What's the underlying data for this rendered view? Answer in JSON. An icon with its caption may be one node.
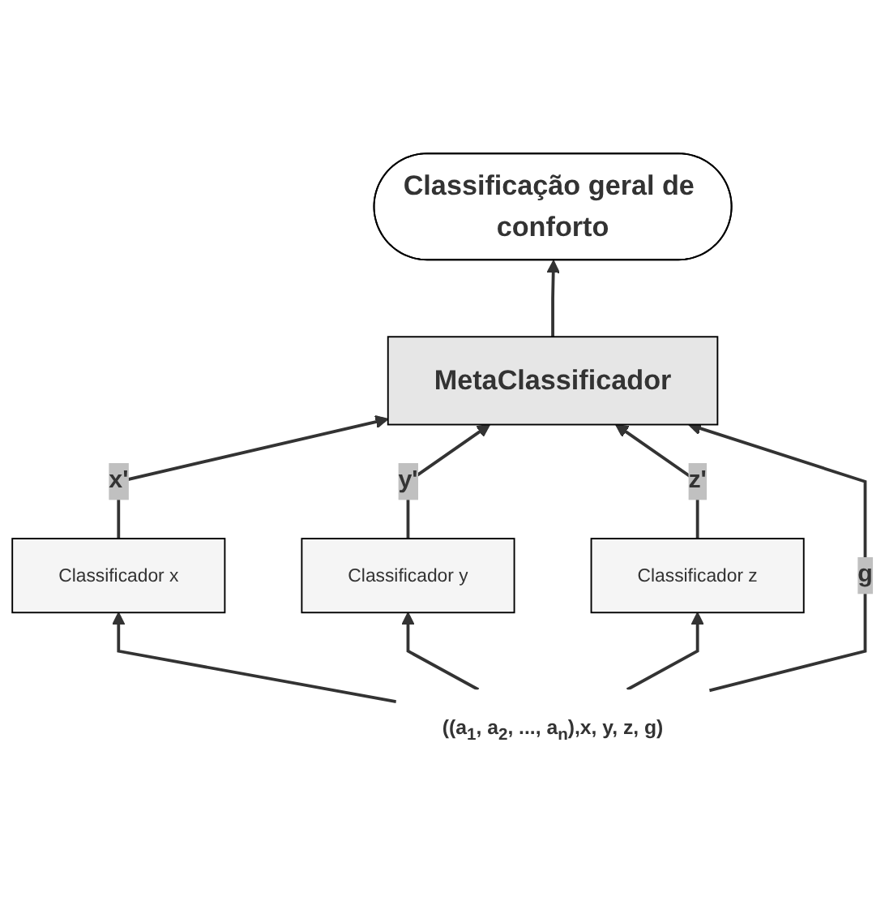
{
  "diagram": {
    "nodes": [
      {
        "text": [
          "Classificação geral de conforto"
        ]
      },
      {
        "text": [
          "MetaClassificador"
        ]
      },
      {
        "text": [
          "Classificador x"
        ]
      },
      {
        "text": [
          "Classificador y"
        ]
      },
      {
        "text": [
          "Classificador z"
        ]
      },
      {
        "text": [
          "((a$_{1}$, a$_{2}$, ..., a$_{n}$),x, y, z, g)"
        ]
      }
    ],
    "edges": [
      {
        "from": 1,
        "to": 0,
        "arrow": "to"
      },
      {
        "from": 2,
        "to": 1,
        "arrow": "to",
        "label": "x'"
      },
      {
        "from": 3,
        "to": 1,
        "arrow": "to",
        "label": "y'"
      },
      {
        "from": 4,
        "to": 1,
        "arrow": "to",
        "label": "z'"
      },
      {
        "from": 5,
        "to": 2,
        "arrow": "to"
      },
      {
        "from": 5,
        "to": 3,
        "arrow": "to"
      },
      {
        "from": 5,
        "to": 4,
        "arrow": "to"
      },
      {
        "from": 5,
        "to": 1,
        "arrow": "to",
        "label": "g"
      }
    ]
  }
}
